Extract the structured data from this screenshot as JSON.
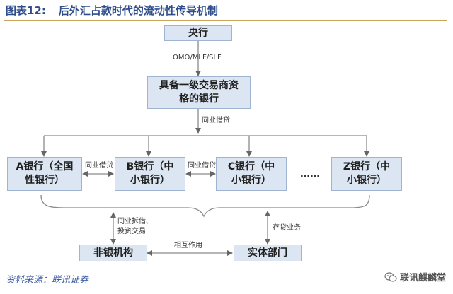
{
  "title": {
    "figure_no": "图表12:",
    "text": "后外汇占款时代的流动性传导机制"
  },
  "nodes": {
    "central_bank": "央行",
    "primary_dealer": "具备一级交易商资格的银行",
    "bank_a": "A银行（全国性银行）",
    "bank_b": "B银行（中小银行）",
    "bank_c": "C银行（中小银行）",
    "bank_z": "Z银行（中小银行）",
    "nonbank": "非银机构",
    "real_economy": "实体部门"
  },
  "edge_labels": {
    "omo": "OMO/MLF/SLF",
    "interbank_lending_down": "同业借贷",
    "interbank_ab": "同业借贷",
    "interbank_bc": "同业借贷",
    "nonbank_link_1": "同业拆借、",
    "nonbank_link_2": "投资交易",
    "deposit_loan": "存贷业务",
    "mutual": "相互作用"
  },
  "ellipsis": "……",
  "source": "资料来源：联讯证券",
  "watermark": "联讯麒麟堂"
}
